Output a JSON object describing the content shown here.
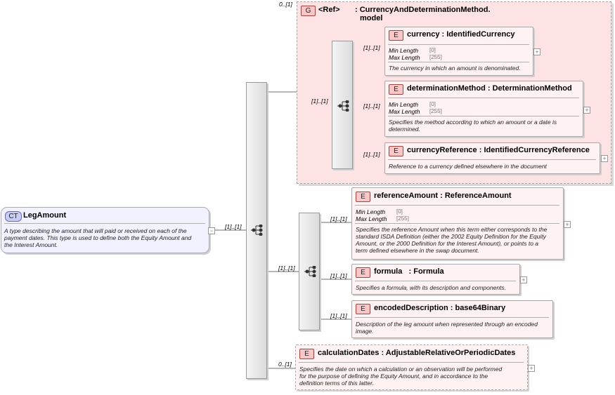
{
  "group": {
    "badge": "G",
    "ref": "<Ref>",
    "name_line1": ": CurrencyAndDeterminationMethod.",
    "name_line2": "model",
    "cardinality": "0..[1]"
  },
  "root": {
    "badge": "CT",
    "name": "LegAmount",
    "desc_line1": "A type describing the amount that will paid or received on each of the",
    "desc_line2": "payment dates. This type is used to define both the Equity Amount and",
    "desc_line3": "the Interest Amount."
  },
  "cardinalities": {
    "root_to_seq": "[1]..[1]",
    "main_to_seq1": "[1]..[1]",
    "main_to_seq2": "[1]..[1]",
    "main_to_calc": "0..[1]",
    "seq1_to_currency": "[1]..[1]",
    "seq1_to_determination": "[1]..[1]",
    "seq1_to_currencyref": "[1]..[1]",
    "seq2_to_refamount": "[1]..[1]",
    "seq2_to_formula": "[1]..[1]",
    "seq2_to_encoded": "[1]..[1]"
  },
  "elements": {
    "currency": {
      "badge": "E",
      "title": "currency  : IdentifiedCurrency",
      "min_label": "Min Length",
      "min_value": "[0]",
      "max_label": "Max Length",
      "max_value": "[255]",
      "desc_line1": "The currency in which an amount is denominated."
    },
    "determination": {
      "badge": "E",
      "title": "determinationMethod  : DeterminationMethod",
      "min_label": "Min Length",
      "min_value": "[0]",
      "max_label": "Max Length",
      "max_value": "[255]",
      "desc_line1": "Specifies the method according to which an amount or a date is",
      "desc_line2": "determined."
    },
    "currencyref": {
      "badge": "E",
      "title": "currencyReference  : IdentifiedCurrencyReference",
      "desc_line1": "Reference to a currency defined elsewhere in the document"
    },
    "refamount": {
      "badge": "E",
      "title": "referenceAmount  : ReferenceAmount",
      "min_label": "Min Length",
      "min_value": "[0]",
      "max_label": "Max Length",
      "max_value": "[255]",
      "desc_line1": "Specifies the reference Amount when this term either corresponds to the",
      "desc_line2": "standard ISDA Definition (either the 2002 Equity Definition for the Equity",
      "desc_line3": "Amount, or the 2000 Definition for the Interest Amount), or points to a",
      "desc_line4": "term defined elsewhere in the swap document."
    },
    "formula": {
      "badge": "E",
      "title": "formula   : Formula",
      "desc_line1": "Specifies a formula, with its description and components."
    },
    "encoded": {
      "badge": "E",
      "title": "encodedDescription  : base64Binary",
      "desc_line1": "Description of the leg amount when represented through an encoded",
      "desc_line2": "image."
    },
    "calc": {
      "badge": "E",
      "title": "calculationDates  : AdjustableRelativeOrPeriodicDates",
      "desc_line1": "Specifies the date on which a calculation or an observation will be performed",
      "desc_line2": "for the purpose of defining the Equity Amount, and in accordance to the",
      "desc_line3": "definition terms of this latter."
    }
  },
  "icons": {
    "sequence": "sequence-icon",
    "expand": "expand-plus-icon",
    "collapse": "collapse-minus-icon"
  },
  "colors": {
    "element_fill": "#fff2f2",
    "group_fill": "#fde3e3",
    "complex_type_fill": "#f2f2ff",
    "badge_fill": "#f9c7c7"
  }
}
